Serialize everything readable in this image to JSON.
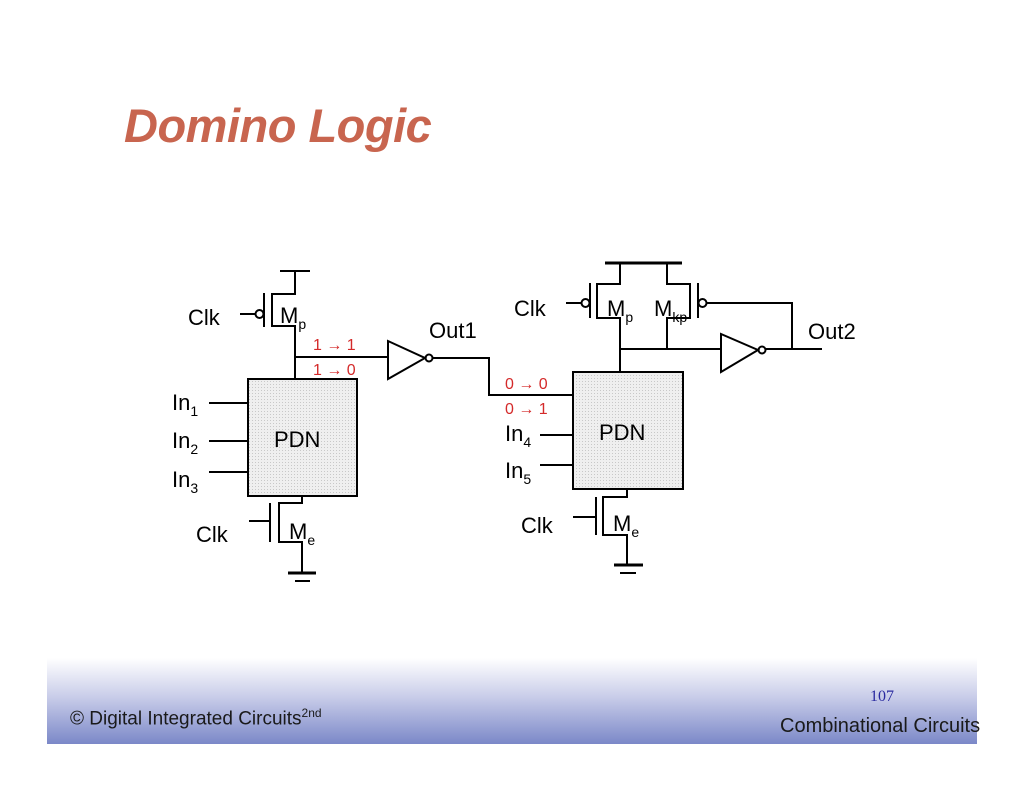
{
  "title": "Domino Logic",
  "footer": {
    "copyright": "© Digital Integrated Circuits",
    "edition": "2nd",
    "page_number": "107",
    "section": "Combinational Circuits"
  },
  "stage1": {
    "clk_top": "Clk",
    "mp": "M",
    "mp_sub": "p",
    "transition_a": "1 → 1",
    "transition_b": "1 → 0",
    "output": "Out1",
    "inputs": [
      {
        "base": "In",
        "sub": "1"
      },
      {
        "base": "In",
        "sub": "2"
      },
      {
        "base": "In",
        "sub": "3"
      }
    ],
    "pdn": "PDN",
    "clk_bottom": "Clk",
    "me": "M",
    "me_sub": "e"
  },
  "stage2": {
    "clk_top": "Clk",
    "mp": "M",
    "mp_sub": "p",
    "mkp": "M",
    "mkp_sub": "kp",
    "output": "Out2",
    "transition_a": "0 → 0",
    "transition_b": "0 → 1",
    "inputs": [
      {
        "base": "In",
        "sub": "4"
      },
      {
        "base": "In",
        "sub": "5"
      }
    ],
    "pdn": "PDN",
    "clk_bottom": "Clk",
    "me": "M",
    "me_sub": "e"
  },
  "colors": {
    "title": "#c8654f",
    "transition": "#d42a2a",
    "footer": "#7b88c8"
  }
}
